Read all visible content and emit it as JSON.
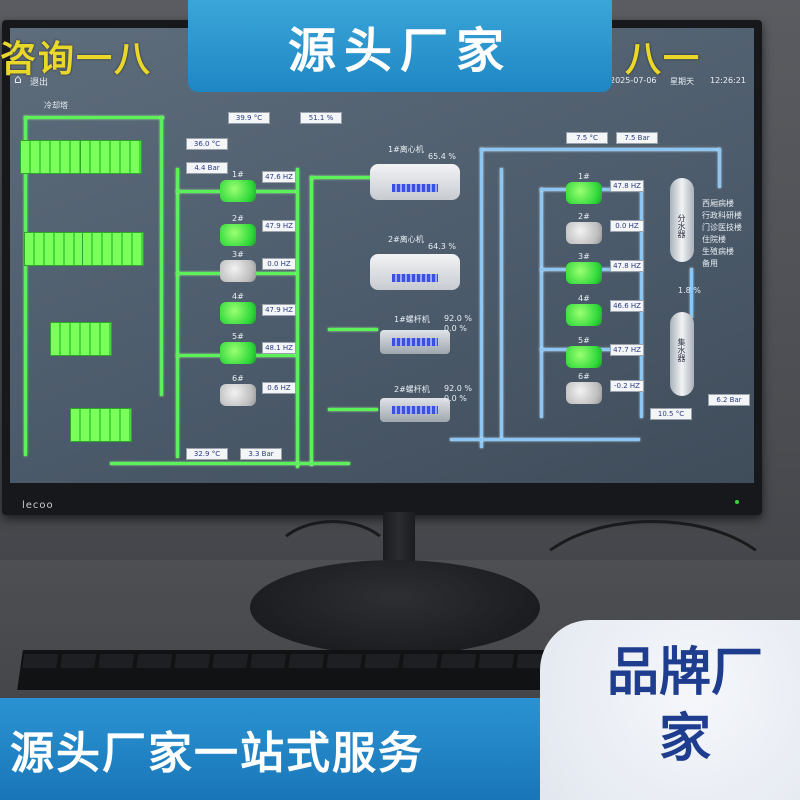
{
  "banner": {
    "title": "源头厂家"
  },
  "overlay": {
    "left": "咨询一八",
    "right": "八一"
  },
  "bottom": {
    "slogan": "源头厂家一站式服务",
    "brand": "品牌厂家"
  },
  "monitor": {
    "brand": "lecoo"
  },
  "scada": {
    "exit_label": "退出",
    "date": "2025-07-06",
    "weekday": "星期天",
    "time": "12:26:21",
    "cooling_tower_label": "冷却塔",
    "outdoor_temp": "39.9 °C",
    "outdoor_humidity": "51.1 %",
    "supply_temp_1": "36.0 °C",
    "supply_pressure_1": "4.4 Bar",
    "return_temp_bottom": "32.9 °C",
    "return_pressure_bottom": "3.3 Bar",
    "chilled_supply_temp": "7.5 °C",
    "chilled_supply_pressure": "7.5 Bar",
    "chilled_return_temp": "10.5 °C",
    "chilled_return_pressure": "6.2 Bar",
    "bypass_pct": "1.8 %",
    "pumps_left": [
      {
        "label": "1#",
        "freq": "47.6 HZ"
      },
      {
        "label": "2#",
        "freq": "47.9 HZ"
      },
      {
        "label": "3#",
        "freq": "0.0 HZ"
      },
      {
        "label": "4#",
        "freq": "47.9 HZ"
      },
      {
        "label": "5#",
        "freq": "48.1 HZ"
      },
      {
        "label": "6#",
        "freq": "0.6 HZ"
      }
    ],
    "pumps_right": [
      {
        "label": "1#",
        "freq": "47.8 HZ"
      },
      {
        "label": "2#",
        "freq": "0.0 HZ"
      },
      {
        "label": "3#",
        "freq": "47.8 HZ"
      },
      {
        "label": "4#",
        "freq": "46.6 HZ"
      },
      {
        "label": "5#",
        "freq": "47.7 HZ"
      },
      {
        "label": "6#",
        "freq": "-0.2 HZ"
      }
    ],
    "chillers": [
      {
        "label": "1#离心机",
        "load": "65.4 %"
      },
      {
        "label": "2#离心机",
        "load": "64.3 %"
      },
      {
        "label": "1#螺杆机",
        "load": "92.0 %",
        "load2": "0.0 %"
      },
      {
        "label": "2#螺杆机",
        "load": "92.0 %",
        "load2": "0.0 %"
      }
    ],
    "tank_labels": [
      "分水器",
      "集水器"
    ],
    "zones": [
      "西厢病楼",
      "行政科研楼",
      "门诊医技楼",
      "住院楼",
      "生殖病楼",
      "备用"
    ]
  }
}
